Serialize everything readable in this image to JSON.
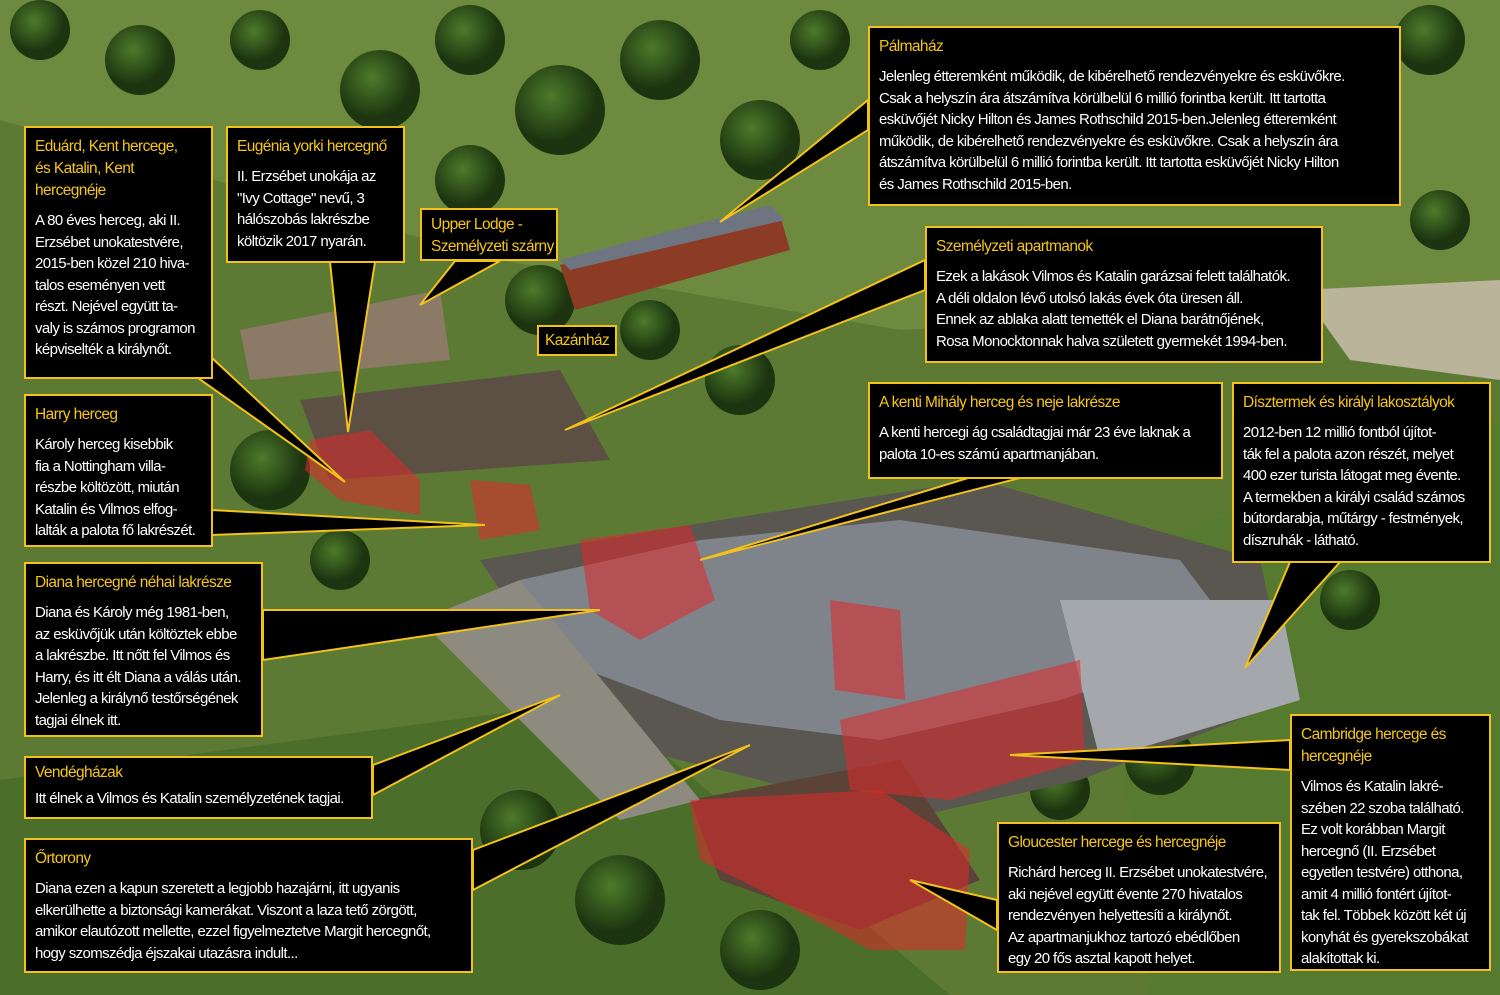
{
  "colors": {
    "accent": "#f2c21b",
    "box_bg": "#000000",
    "overlay": "#e02020"
  },
  "boxes": [
    {
      "id": "b-eduard",
      "name": "callout-kent-duke",
      "title": [
        "Eduárd, Kent hercege,",
        "és Katalin, Kent",
        "hercegnéje"
      ],
      "lines": [
        "A 80 éves herceg, aki II.",
        "Erzsébet unokatestvére,",
        "2015-ben közel 210 hiva-",
        "talos eseményen vett",
        "részt. Nejével együtt ta-",
        "valy is számos programon",
        "képviselték a királynőt."
      ]
    },
    {
      "id": "b-eugenia",
      "name": "callout-eugenie",
      "title": [
        "Eugénia yorki hercegnő"
      ],
      "lines": [
        "II. Erzsébet unokája az",
        "\"Ivy Cottage\" nevű, 3",
        "hálószobás lakrészbe",
        "költözik 2017 nyarán."
      ]
    },
    {
      "id": "b-upper",
      "name": "callout-upper-lodge",
      "small": true,
      "title": [
        "Upper Lodge -",
        "Személyzeti szárny"
      ],
      "lines": []
    },
    {
      "id": "b-kazan",
      "name": "callout-boiler-house",
      "small": true,
      "title": [
        "Kazánház"
      ],
      "lines": []
    },
    {
      "id": "b-palma",
      "name": "callout-orangery",
      "title": [
        "Pálmaház"
      ],
      "lines": [
        "Jelenleg étteremként működik, de kibérelhető rendezvényekre és esküvőkre.",
        "Csak a helyszín ára átszámítva körülbelül 6 millió forintba került. Itt tartotta",
        "esküvőjét Nicky Hilton és James Rothschild 2015-ben.Jelenleg étteremként",
        "működik, de kibérelhető rendezvényekre és esküvőkre. Csak a helyszín ára",
        "átszámítva körülbelül 6 millió forintba került. Itt tartotta esküvőjét Nicky Hilton",
        "és James Rothschild 2015-ben."
      ]
    },
    {
      "id": "b-szem",
      "name": "callout-staff-apartments",
      "title": [
        "Személyzeti apartmanok"
      ],
      "lines": [
        "Ezek a lakások Vilmos és Katalin garázsai felett találhatók.",
        "A déli oldalon lévő utolsó lakás évek óta üresen áll.",
        "Ennek az ablaka alatt temették el Diana barátnőjének,",
        "Rosa Monocktonnak halva született gyermekét 1994-ben."
      ]
    },
    {
      "id": "b-mihaly",
      "name": "callout-michael-of-kent",
      "title": [
        "A kenti Mihály herceg és neje lakrésze"
      ],
      "lines": [
        "A kenti hercegi ág családtagjai már 23 éve laknak a",
        "palota 10-es számú apartmanjában."
      ]
    },
    {
      "id": "b-diszt",
      "name": "callout-state-rooms",
      "title": [
        "Dísztermek és királyi lakosztályok"
      ],
      "lines": [
        "2012-ben 12 millió fontból újítot-",
        "ták fel a palota azon részét, melyet",
        "400 ezer turista látogat meg évente.",
        "A termekben a királyi család számos",
        "bútordarabja, műtárgy - festmények,",
        "díszruhák - látható."
      ]
    },
    {
      "id": "b-harry",
      "name": "callout-harry",
      "title": [
        "Harry herceg"
      ],
      "lines": [
        "Károly herceg kisebbik",
        "fia a Nottingham villa-",
        "részbe költözött, miután",
        "Katalin és Vilmos elfog-",
        "lalták a palota fő lakrészét."
      ]
    },
    {
      "id": "b-diana",
      "name": "callout-diana",
      "title": [
        "Diana hercegné néhai lakrésze"
      ],
      "lines": [
        "Diana és Károly még 1981-ben,",
        "az esküvőjük után költöztek ebbe",
        "a lakrészbe. Itt nőtt fel Vilmos és",
        "Harry, és itt élt Diana a válás után.",
        "Jelenleg a királynő testőrségének",
        "tagjai élnek itt."
      ]
    },
    {
      "id": "b-vend",
      "name": "callout-guest-houses",
      "title": [
        "Vendégházak"
      ],
      "lines": [
        "Itt élnek a Vilmos és Katalin személyzetének tagjai."
      ]
    },
    {
      "id": "b-or",
      "name": "callout-guard-tower",
      "title": [
        "Őrtorony"
      ],
      "lines": [
        "Diana ezen a kapun szeretett a legjobb hazajárni, itt ugyanis",
        "elkerülhette a biztonsági kamerákat. Viszont a laza tető zörgött,",
        "amikor elautózott mellette, ezzel figyelmeztetve Margit hercegnőt,",
        "hogy szomszédja éjszakai utazásra indult..."
      ]
    },
    {
      "id": "b-camb",
      "name": "callout-cambridge",
      "title": [
        "Cambridge hercege és",
        "hercegnéje"
      ],
      "lines": [
        "Vilmos és Katalin lakré-",
        "szében 22 szoba található.",
        "Ez volt korábban Margit",
        "hercegnő (II. Erzsébet",
        "egyetlen testvére) otthona,",
        "amit 4 millió fontért újítot-",
        "tak fel. Többek között két új",
        "konyhát és gyerekszobákat",
        "alakítottak ki."
      ]
    },
    {
      "id": "b-glou",
      "name": "callout-gloucester",
      "title": [
        "Gloucester hercege és hercegnéje"
      ],
      "lines": [
        "Richárd herceg II. Erzsébet unokatestvére,",
        "aki nejével együtt évente 270 hivatalos",
        "rendezvényen helyettesíti a királynőt.",
        "Az apartmanjukhoz tartozó ebédlőben",
        "egy 20 fős asztal kapott helyet."
      ]
    }
  ]
}
